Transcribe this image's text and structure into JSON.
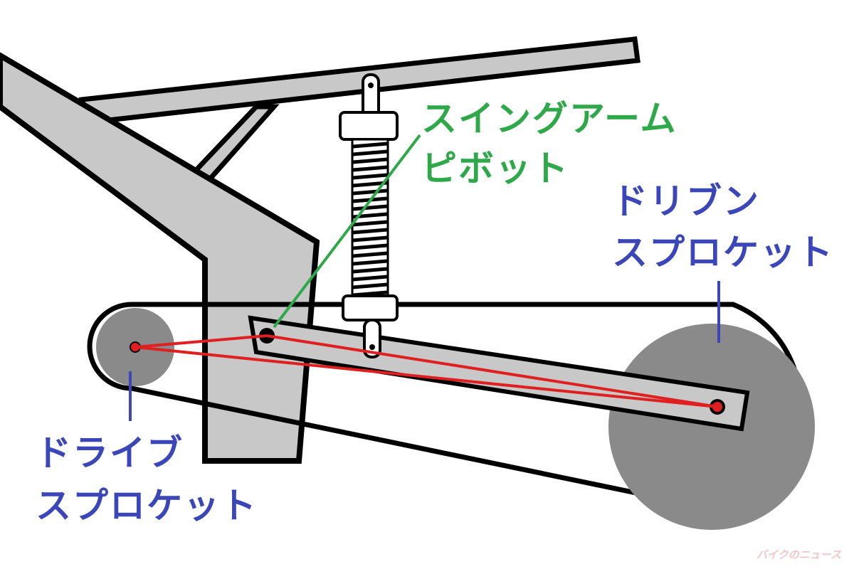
{
  "labels": {
    "pivot_line1": "スイングアーム",
    "pivot_line2": "ピボット",
    "driven_line1": "ドリブン",
    "driven_line2": "スプロケット",
    "drive_line1": "ドライブ",
    "drive_line2": "スプロケット"
  },
  "watermark": "バイクのニュース",
  "colors": {
    "pivot_label": "#2fa84a",
    "sprocket_labels": "#3b47b8",
    "chain_line": "#e02020",
    "frame_fill": "#c8c8c8",
    "sprocket_fill": "#8a8a8a"
  }
}
